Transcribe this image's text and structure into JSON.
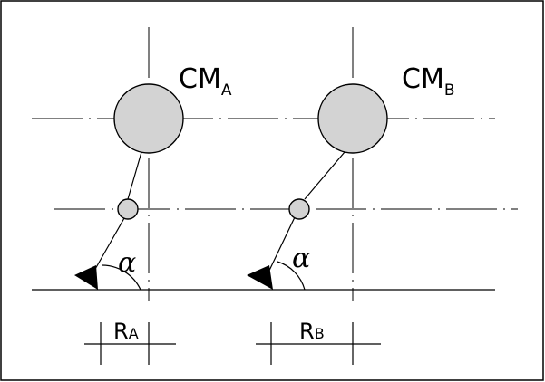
{
  "labels": {
    "cm_a_main": "CM",
    "cm_a_sub": "A",
    "cm_b_main": "CM",
    "cm_b_sub": "B",
    "alpha_a": "α",
    "alpha_b": "α",
    "r_a_main": "R",
    "r_a_sub": "A",
    "r_b_main": "R",
    "r_b_sub": "B"
  },
  "colors": {
    "mass_fill": "#d3d3d3",
    "line": "#000000",
    "background": "#ffffff"
  }
}
